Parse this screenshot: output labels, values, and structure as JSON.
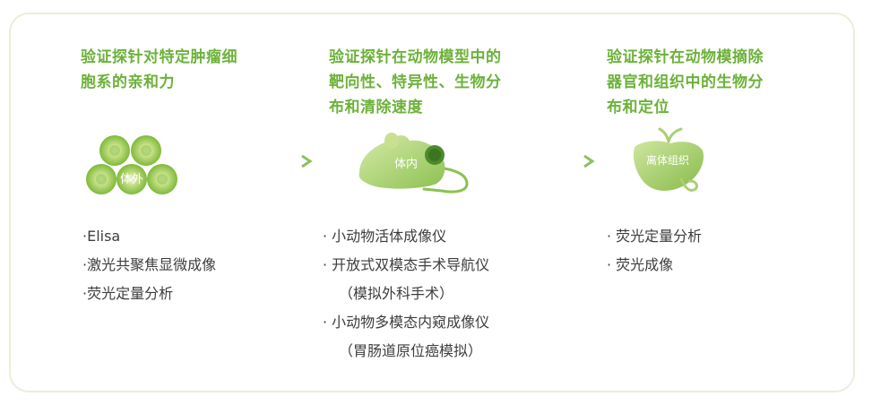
{
  "colors": {
    "accent_green": "#6cb23a",
    "text_dark": "#3d3d3d",
    "border": "#e9efd9"
  },
  "col1": {
    "title_lines": [
      "验证探针对特定肿瘤细",
      "胞系的亲和力"
    ],
    "illustration_label": "体外",
    "items": [
      "·Elisa",
      "·激光共聚焦显微成像",
      "·荧光定量分析"
    ]
  },
  "col2": {
    "title_lines": [
      "验证探针在动物模型中的",
      "靶向性、特异性、生物分",
      "布和清除速度"
    ],
    "illustration_label": "体内",
    "items": [
      "· 小动物活体成像仪",
      "· 开放式双模态手术导航仪",
      "（模拟外科手术）",
      "· 小动物多模态内窥成像仪",
      "（胃肠道原位癌模拟）"
    ]
  },
  "col3": {
    "title_lines": [
      "验证探针在动物模摘除",
      "器官和组织中的生物分",
      "布和定位"
    ],
    "illustration_label": "离体组织",
    "items": [
      "· 荧光定量分析",
      "· 荧光成像"
    ]
  }
}
